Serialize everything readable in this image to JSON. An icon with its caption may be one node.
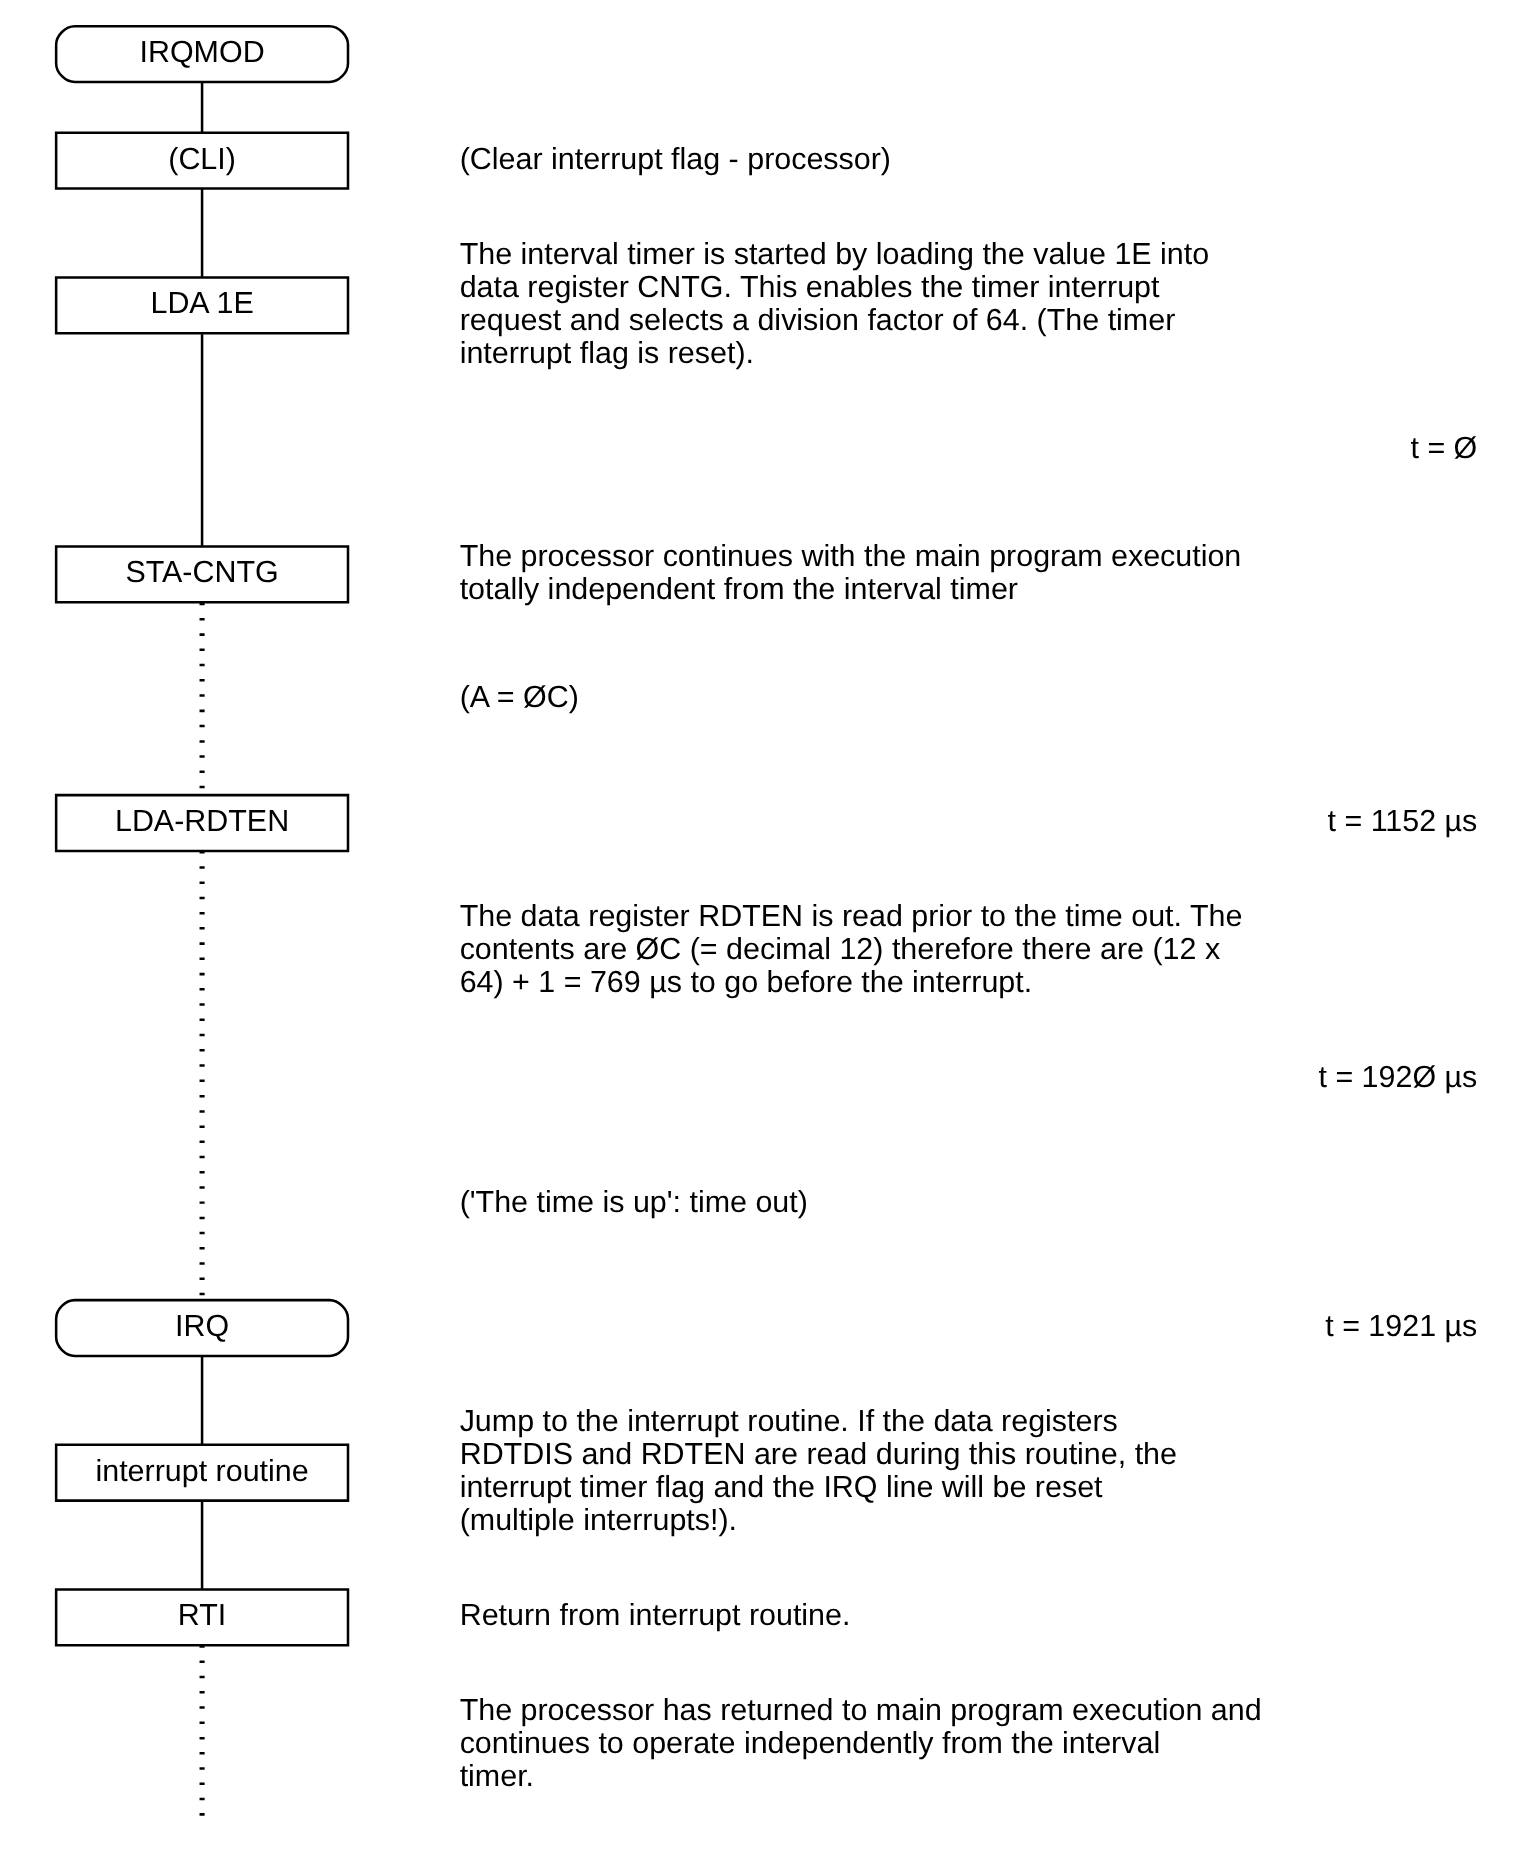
{
  "diagram": {
    "nodes": [
      {
        "text": [
          "IRQMOD"
        ]
      },
      {
        "text": [
          "(CLI)"
        ]
      },
      {
        "text": [
          "LDA 1E"
        ]
      },
      {
        "text": [
          "STA-CNTG"
        ]
      },
      {
        "text": [
          "LDA-RDTEN"
        ]
      },
      {
        "text": [
          "IRQ"
        ]
      },
      {
        "text": [
          "interrupt routine"
        ]
      },
      {
        "text": [
          "RTI"
        ]
      }
    ],
    "edges": [
      {
        "from": 0,
        "to": 1,
        "arrow": "none"
      },
      {
        "from": 1,
        "to": 2,
        "arrow": "none"
      },
      {
        "from": 2,
        "to": 3,
        "arrow": "none"
      },
      {
        "from": 3,
        "to": 4,
        "arrow": "none",
        "style": "dashed"
      },
      {
        "from": 4,
        "to": 5,
        "arrow": "none",
        "style": "dashed"
      },
      {
        "from": 5,
        "to": 6,
        "arrow": "none"
      },
      {
        "from": 6,
        "to": 7,
        "arrow": "none"
      },
      {
        "from": 7,
        "to": null,
        "arrow": "none",
        "style": "dashed"
      }
    ],
    "labels": [
      "(Clear interrupt flag - processor)",
      "The interval timer is started by loading the value 1E into data register CNTG. This enables the timer interrupt request and selects a division factor of 64. (The timer interrupt flag is reset).",
      "t = Ø",
      "The processor continues with the main program execution totally independent from the interval timer",
      "(A = ØC)",
      "t = 1152 µs",
      "The data register RDTEN is read prior to the time out. The contents are ØC (= decimal 12) therefore there are (12 x 64) + 1 = 769 µs to go before the interrupt.",
      "t = 192Ø µs",
      "('The time is up': time out)",
      "t = 1921 µs",
      "Jump to the interrupt routine. If the data registers RDTDIS and RDTEN are read during this routine, the interrupt timer flag and the IRQ line will be reset (multiple interrupts!).",
      "Return from interrupt routine.",
      "The processor has returned to main program execution and continues to operate independently from the interval timer."
    ]
  }
}
